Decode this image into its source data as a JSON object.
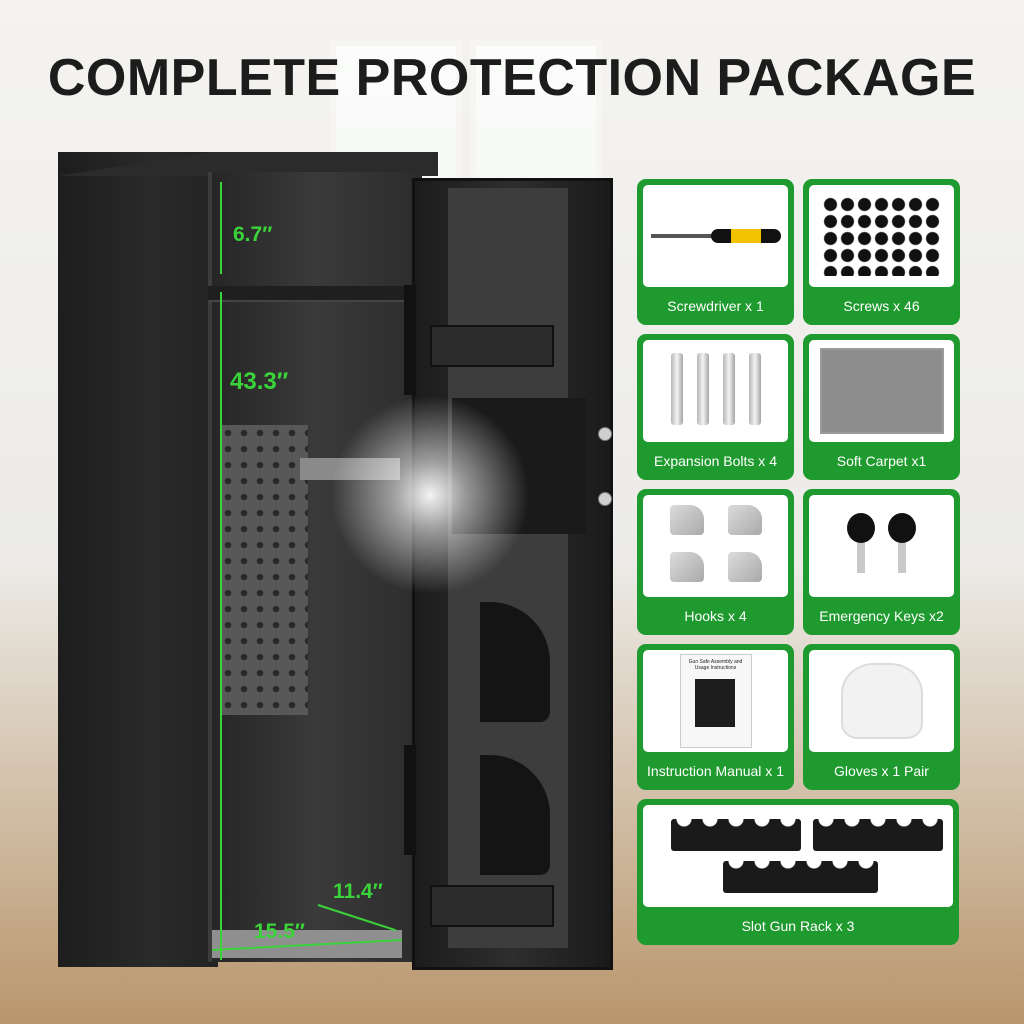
{
  "title": "COMPLETE PROTECTION PACKAGE",
  "dimensions": {
    "top_height": "6.7″",
    "main_height": "43.3″",
    "depth": "11.4″",
    "width": "15.5″"
  },
  "items": [
    {
      "label": "Screwdriver x 1",
      "icon": "screwdriver-icon"
    },
    {
      "label": "Screws x 46",
      "icon": "screws-icon"
    },
    {
      "label": "Expansion Bolts x 4",
      "icon": "expansion-bolts-icon"
    },
    {
      "label": "Soft Carpet x1",
      "icon": "carpet-icon"
    },
    {
      "label": "Hooks x 4",
      "icon": "hooks-icon"
    },
    {
      "label": "Emergency Keys x2",
      "icon": "keys-icon"
    },
    {
      "label": "Instruction Manual x 1",
      "icon": "manual-icon"
    },
    {
      "label": "Gloves x 1 Pair",
      "icon": "gloves-icon"
    },
    {
      "label": "Slot Gun Rack x 3",
      "icon": "gun-rack-icon"
    }
  ],
  "manual_cover_title": "Gun Safe Assembly and Usage Instructions",
  "colors": {
    "card_green": "#1f9a2e",
    "dimension_green": "#3ad43a"
  }
}
